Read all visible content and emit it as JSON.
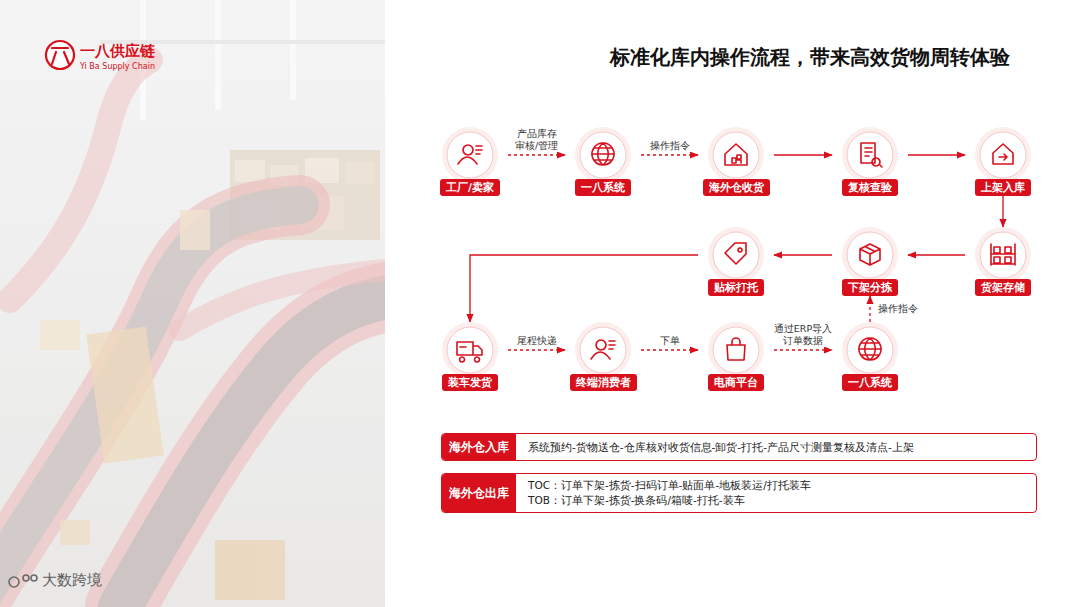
{
  "diagram": {
    "title": "标准化库内操作流程，带来高效货物周转体验",
    "nodes": [
      {
        "text": [
          "工厂/卖家"
        ]
      },
      {
        "text": [
          "一八系统"
        ]
      },
      {
        "text": [
          "海外仓收货"
        ]
      },
      {
        "text": [
          "复核查验"
        ]
      },
      {
        "text": [
          "上架入库"
        ]
      },
      {
        "text": [
          "贴标打托"
        ]
      },
      {
        "text": [
          "下架分拣"
        ]
      },
      {
        "text": [
          "货架存储"
        ]
      },
      {
        "text": [
          "装车发货"
        ]
      },
      {
        "text": [
          "终端消费者"
        ]
      },
      {
        "text": [
          "电商平台"
        ]
      },
      {
        "text": [
          "一八系统"
        ]
      },
      {
        "text": [
          "海外仓入库",
          "系统预约-货物送仓-仓库核对收货信息-卸货-打托-产品尺寸测量复核及清点-上架"
        ]
      },
      {
        "text": [
          "海外仓出库",
          "TOC：订单下架-拣货-扫码订单-贴面单-地板装运/打托装车",
          "TOB：订单下架-拣货-换条码/箱唛-打托-装车"
        ]
      }
    ],
    "edges": [
      {
        "from": 0,
        "to": 1,
        "label": "产品库存 审核/管理",
        "arrow": "to"
      },
      {
        "from": 1,
        "to": 2,
        "label": "操作指令",
        "arrow": "to"
      },
      {
        "from": 2,
        "to": 3,
        "arrow": "to"
      },
      {
        "from": 3,
        "to": 4,
        "arrow": "to"
      },
      {
        "from": 4,
        "to": 7,
        "arrow": "to"
      },
      {
        "from": 7,
        "to": 6,
        "arrow": "to"
      },
      {
        "from": 6,
        "to": 5,
        "arrow": "to"
      },
      {
        "from": 5,
        "to": 8,
        "arrow": "to"
      },
      {
        "from": 8,
        "to": 9,
        "label": "尾程快递",
        "arrow": "to"
      },
      {
        "from": 9,
        "to": 10,
        "label": "下单",
        "arrow": "to"
      },
      {
        "from": 10,
        "to": 11,
        "label": "通过ERP导入 订单数据",
        "arrow": "to"
      },
      {
        "from": 11,
        "to": 6,
        "label": "操作指令",
        "arrow": "to"
      }
    ],
    "labels": [
      "一八供应链",
      "Yi Ba Supply Chain",
      "大数跨境"
    ]
  }
}
